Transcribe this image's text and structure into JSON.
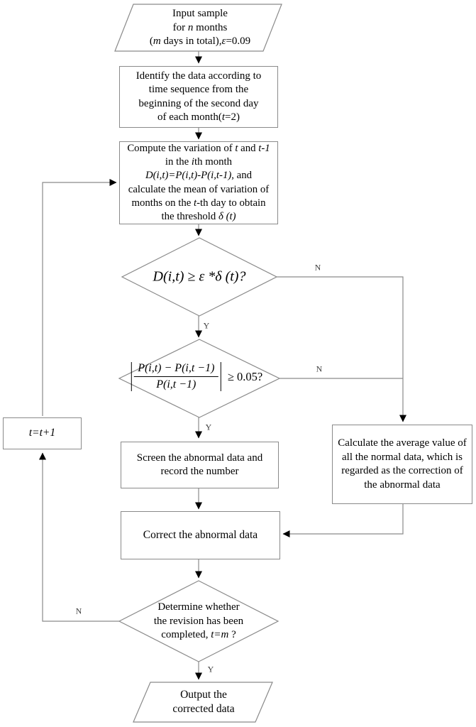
{
  "title": "Abnormal data correction flowchart",
  "colors": {
    "background": "#ffffff",
    "connector_line": "#8a8a8a",
    "shape_border": "#8a8a8a",
    "arrowhead": "#000000",
    "text": "#000000",
    "edge_label_text": "#404040"
  },
  "nodes": {
    "input": {
      "shape": "parallelogram",
      "lines": [
        [
          {
            "t": "Input sample"
          }
        ],
        [
          {
            "t": "for "
          },
          {
            "t": "n",
            "i": true
          },
          {
            "t": " months"
          }
        ],
        [
          {
            "t": "("
          },
          {
            "t": "m",
            "i": true
          },
          {
            "t": " days in total),"
          },
          {
            "t": "ε",
            "i": true
          },
          {
            "t": "=0.09"
          }
        ]
      ]
    },
    "identify": {
      "shape": "rectangle",
      "lines": [
        [
          {
            "t": "Identify the data according to"
          }
        ],
        [
          {
            "t": "time sequence from the"
          }
        ],
        [
          {
            "t": "beginning of the second day"
          }
        ],
        [
          {
            "t": "of each month("
          },
          {
            "t": "t",
            "i": true
          },
          {
            "t": "=2)"
          }
        ]
      ]
    },
    "compute": {
      "shape": "rectangle",
      "lines": [
        [
          {
            "t": "Compute the variation of "
          },
          {
            "t": "t",
            "i": true
          },
          {
            "t": " and "
          },
          {
            "t": "t-1",
            "i": true
          }
        ],
        [
          {
            "t": "in the "
          },
          {
            "t": "i",
            "i": true
          },
          {
            "t": "th month"
          }
        ],
        [
          {
            "t": "D(i,t)=P(i,t)-P(i,t-1)",
            "i": true
          },
          {
            "t": ", and"
          }
        ],
        [
          {
            "t": "calculate the mean of variation of"
          }
        ],
        [
          {
            "t": "months on the "
          },
          {
            "t": "t",
            "i": true
          },
          {
            "t": "-th day to obtain"
          }
        ],
        [
          {
            "t": "the threshold "
          },
          {
            "t": "δ (t)",
            "i": true
          }
        ]
      ]
    },
    "threshold_decision": {
      "shape": "diamond",
      "lines": [
        [
          {
            "t": "D(i,t) ≥ ε *δ (t)",
            "i": true
          },
          {
            "t": "?"
          }
        ]
      ]
    },
    "ratio_decision": {
      "shape": "diamond",
      "numerator": "P(i,t) − P(i,t −1)",
      "denominator": "P(i,t −1)",
      "comparison": "≥ 0.05?"
    },
    "increment": {
      "shape": "rectangle",
      "lines": [
        [
          {
            "t": "t=t+1",
            "i": true
          }
        ]
      ]
    },
    "screen": {
      "shape": "rectangle",
      "lines": [
        [
          {
            "t": "Screen the abnormal data and"
          }
        ],
        [
          {
            "t": "record the number"
          }
        ]
      ]
    },
    "average": {
      "shape": "rectangle",
      "lines": [
        [
          {
            "t": "Calculate the average value of"
          }
        ],
        [
          {
            "t": "all the normal data, which is"
          }
        ],
        [
          {
            "t": "regarded as the correction of"
          }
        ],
        [
          {
            "t": "the abnormal data"
          }
        ]
      ]
    },
    "correct": {
      "shape": "rectangle",
      "lines": [
        [
          {
            "t": "Correct the abnormal data"
          }
        ]
      ]
    },
    "complete_decision": {
      "shape": "diamond",
      "lines": [
        [
          {
            "t": "Determine whether"
          }
        ],
        [
          {
            "t": "the revision has been"
          }
        ],
        [
          {
            "t": "completed, "
          },
          {
            "t": "t=m",
            "i": true
          },
          {
            "t": " ?"
          }
        ]
      ]
    },
    "output": {
      "shape": "parallelogram",
      "lines": [
        [
          {
            "t": "Output the"
          }
        ],
        [
          {
            "t": "corrected data"
          }
        ]
      ]
    }
  },
  "edge_labels": {
    "threshold_no": "N",
    "threshold_yes": "Y",
    "ratio_no": "N",
    "ratio_yes": "Y",
    "complete_no": "N",
    "complete_yes": "Y"
  }
}
